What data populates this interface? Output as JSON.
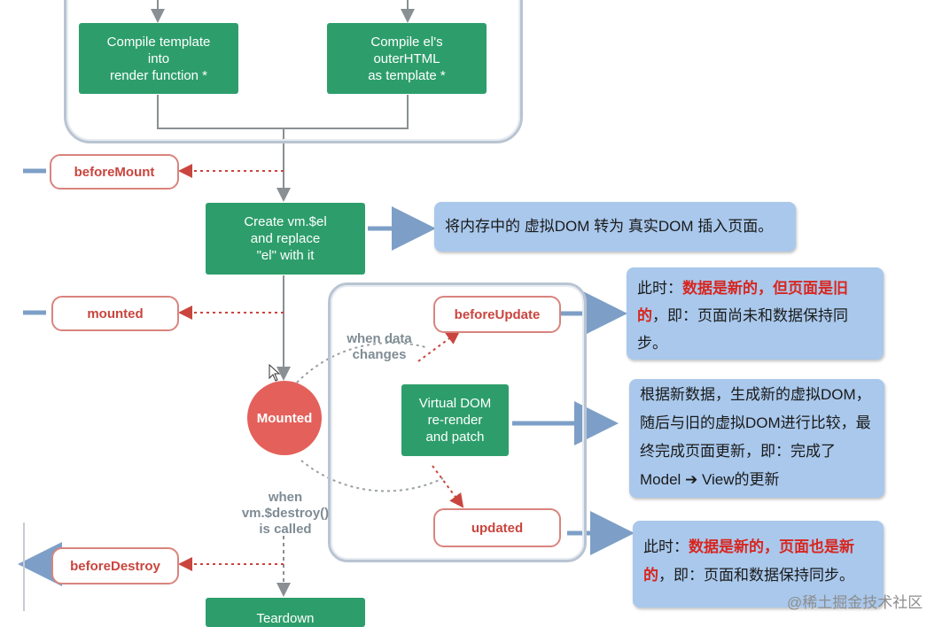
{
  "flow": {
    "compile_template": "Compile template\ninto\nrender function *",
    "compile_el": "Compile el's\nouterHTML\nas template *",
    "create_vm_el": "Create vm.$el\nand replace\n\"el\" with it",
    "mounted_circle": "Mounted",
    "virtual_dom": "Virtual DOM\nre-render\nand patch",
    "teardown": "Teardown",
    "when_data_changes": "when data\nchanges",
    "when_destroy": "when\nvm.$destroy()\nis called"
  },
  "hooks": {
    "before_mount": "beforeMount",
    "mounted": "mounted",
    "before_update": "beforeUpdate",
    "updated": "updated",
    "before_destroy": "beforeDestroy"
  },
  "notes": {
    "mount_note": "将内存中的 虚拟DOM 转为 真实DOM 插入页面。",
    "before_update_note": {
      "prefix": "此时：",
      "red1": "数据是新的，但页面是旧的",
      "suffix": "，即：页面尚未和数据保持同步。"
    },
    "rerender_note": "根据新数据，生成新的虚拟DOM，随后与旧的虚拟DOM进行比较，最终完成页面更新，即：完成了Model ➔ View的更新",
    "updated_note": {
      "prefix": "此时：",
      "red1": "数据是新的，页面也是新的",
      "suffix": "，即：页面和数据保持同步。"
    }
  },
  "watermark": "@稀土掘金技术社区",
  "colors": {
    "green": "#2d9e6b",
    "hook_red": "#c9453e",
    "note_blue": "#a9c8ec",
    "circle_red": "#e4605b"
  }
}
